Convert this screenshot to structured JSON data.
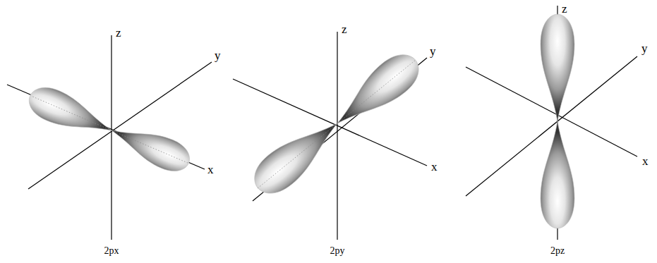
{
  "diagram": {
    "labels": [
      "z",
      "y",
      "x",
      "z",
      "y",
      "x",
      "z",
      "y",
      "x",
      "2px",
      "2py",
      "2pz"
    ]
  }
}
